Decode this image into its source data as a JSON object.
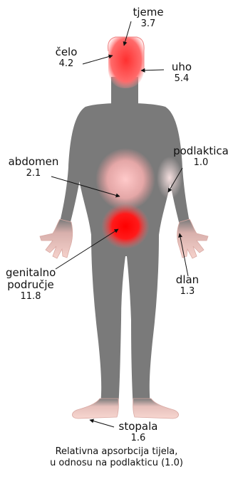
{
  "labels": {
    "tjeme": {
      "name": "tjeme",
      "value": "3.7"
    },
    "celo": {
      "name": "čelo",
      "value": "4.2"
    },
    "uho": {
      "name": "uho",
      "value": "5.4"
    },
    "abdomen": {
      "name": "abdomen",
      "value": "2.1"
    },
    "podlaktica": {
      "name": "podlaktica",
      "value": "1.0"
    },
    "genitalno": {
      "name_line1": "genitalno",
      "name_line2": "područje",
      "value": "11.8"
    },
    "dlan": {
      "name": "dlan",
      "value": "1.3"
    },
    "stopala": {
      "name": "stopala",
      "value": "1.6"
    }
  },
  "caption": {
    "line1": "Relativna apsorbcija tijela,",
    "line2": "u odnosu na podlakticu (1.0)"
  },
  "colors": {
    "body": "#7a7a7a",
    "skin": "#f3c9c4",
    "hotspot_strong": "#ff1010",
    "hotspot_medium": "#ff4040",
    "hotspot_light": "#ffb0b0"
  }
}
